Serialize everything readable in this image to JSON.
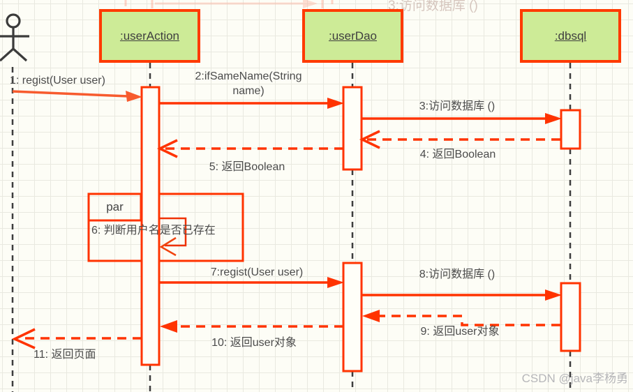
{
  "diagram": {
    "type": "uml-sequence",
    "lifelines": [
      {
        "id": "user",
        "kind": "actor",
        "label": ""
      },
      {
        "id": "userAction",
        "kind": "object",
        "label": ":userAction"
      },
      {
        "id": "userDao",
        "kind": "object",
        "label": ":userDao"
      },
      {
        "id": "dbsql",
        "kind": "object",
        "label": ":dbsql"
      }
    ],
    "fragment": {
      "operator": "par"
    },
    "messages": [
      {
        "seq": 1,
        "label": "1: regist(User user)",
        "from": "user",
        "to": "userAction",
        "style": "solid"
      },
      {
        "seq": 2,
        "label": "2:ifSameName(String name)",
        "from": "userAction",
        "to": "userDao",
        "style": "solid"
      },
      {
        "seq": 3,
        "label": "3:访问数据库 ()",
        "from": "userDao",
        "to": "dbsql",
        "style": "solid"
      },
      {
        "seq": 4,
        "label": "4: 返回Boolean",
        "from": "dbsql",
        "to": "userDao",
        "style": "dashed-return"
      },
      {
        "seq": 5,
        "label": "5: 返回Boolean",
        "from": "userDao",
        "to": "userAction",
        "style": "dashed-return"
      },
      {
        "seq": 6,
        "label": "6: 判断用户名是否已存在",
        "from": "userAction",
        "to": "userAction",
        "style": "self"
      },
      {
        "seq": 7,
        "label": "7:regist(User user)",
        "from": "userAction",
        "to": "userDao",
        "style": "solid"
      },
      {
        "seq": 8,
        "label": "8:访问数据库 ()",
        "from": "userDao",
        "to": "dbsql",
        "style": "solid"
      },
      {
        "seq": 9,
        "label": "9: 返回user对象",
        "from": "dbsql",
        "to": "userDao",
        "style": "dashed-return"
      },
      {
        "seq": 10,
        "label": "10: 返回user对象",
        "from": "userDao",
        "to": "userAction",
        "style": "dashed-return"
      },
      {
        "seq": 11,
        "label": "11: 返回页面",
        "from": "userAction",
        "to": "user",
        "style": "dashed-return"
      }
    ],
    "ghost_text": "3:访问数据库 ()",
    "watermark": "CSDN @java李杨勇",
    "colors": {
      "accent": "#ff3300",
      "message1_arrow": "#f75b2e",
      "object_fill": "#cdeb97",
      "text": "#4b4b4b",
      "lifeline_stroke": "#3d3d3d",
      "watermark": "#b6b6b9"
    }
  }
}
